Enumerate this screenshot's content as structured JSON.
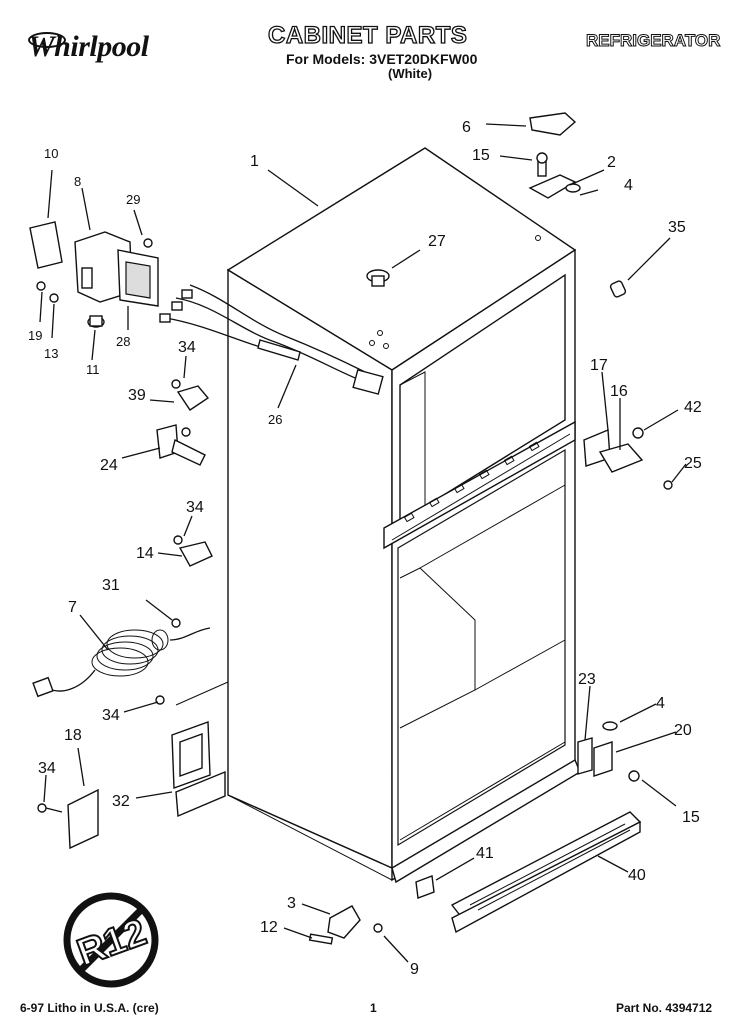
{
  "header": {
    "brand": "Whirlpool",
    "title": "CABINET PARTS",
    "models_line": "For Models: 3VET20DKFW00",
    "variant": "(White)",
    "category": "REFRIGERATOR"
  },
  "footer": {
    "left": "6-97 Litho in U.S.A. (cre)",
    "page": "1",
    "part_no": "Part No. 4394712"
  },
  "badge": {
    "text": "R12"
  },
  "callouts": [
    "1",
    "2",
    "3",
    "4",
    "4",
    "6",
    "7",
    "8",
    "9",
    "10",
    "11",
    "12",
    "13",
    "14",
    "15",
    "15",
    "16",
    "17",
    "18",
    "19",
    "20",
    "23",
    "24",
    "25",
    "26",
    "27",
    "28",
    "29",
    "31",
    "32",
    "34",
    "34",
    "34",
    "34",
    "35",
    "39",
    "40",
    "41",
    "42"
  ],
  "colors": {
    "ink": "#111111",
    "paper": "#ffffff"
  }
}
